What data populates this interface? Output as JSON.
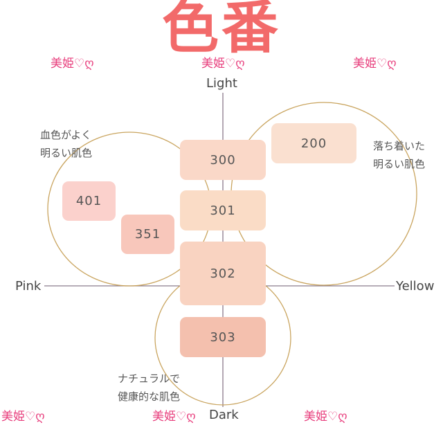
{
  "title": "色番",
  "watermark": "美姫♡ღ",
  "axes": {
    "top": "Light",
    "bottom": "Dark",
    "left": "Pink",
    "right": "Yellow"
  },
  "groups": {
    "pink_bright": {
      "line1": "血色がよく",
      "line2": "明るい肌色"
    },
    "yellow_bright": {
      "line1": "落ち着いた",
      "line2": "明るい肌色"
    },
    "natural": {
      "line1": "ナチュラルで",
      "line2": "健康的な肌色"
    }
  },
  "shades": [
    {
      "code": "200",
      "color": "#fae0d0"
    },
    {
      "code": "300",
      "color": "#fad8c8"
    },
    {
      "code": "301",
      "color": "#fadcc6"
    },
    {
      "code": "302",
      "color": "#f9d3c1"
    },
    {
      "code": "303",
      "color": "#f4c0ae"
    },
    {
      "code": "401",
      "color": "#fbd1cc"
    },
    {
      "code": "351",
      "color": "#f8c7bb"
    }
  ],
  "colors": {
    "title": "#f26a6a",
    "watermark": "#e8407e",
    "circle": "#c9a45e",
    "axis": "#8a7a8c"
  }
}
